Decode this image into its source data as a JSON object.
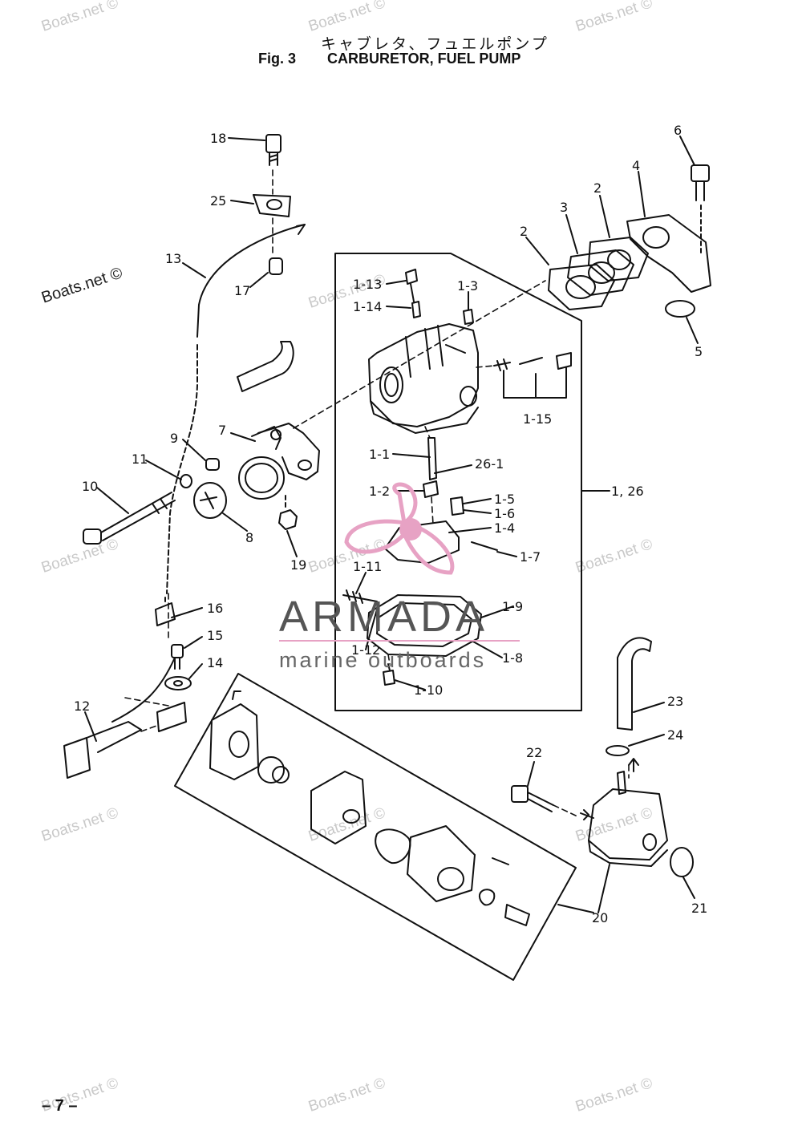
{
  "header": {
    "japanese_title": "キャブレタ、フュエルポンプ",
    "fig_label": "Fig. 3",
    "title": "CARBURETOR, FUEL PUMP"
  },
  "page_number": "– 7 –",
  "watermark": {
    "text": "Boats.net ©"
  },
  "brand": {
    "name": "ARMADA",
    "tagline": "marine outboards",
    "accent": "#e7a2c4"
  },
  "callouts": [
    "18",
    "25",
    "13",
    "17",
    "9",
    "11",
    "10",
    "7",
    "8",
    "19",
    "16",
    "15",
    "14",
    "12",
    "1-13",
    "1-14",
    "1-3",
    "1-15",
    "1-1",
    "26-1",
    "1-2",
    "1-5",
    "1-6",
    "1-4",
    "1-7",
    "1-11",
    "1-9",
    "1-12",
    "1-8",
    "1-10",
    "1, 26",
    "6",
    "4",
    "2",
    "3",
    "2",
    "5",
    "20",
    "21",
    "22",
    "23",
    "24"
  ]
}
